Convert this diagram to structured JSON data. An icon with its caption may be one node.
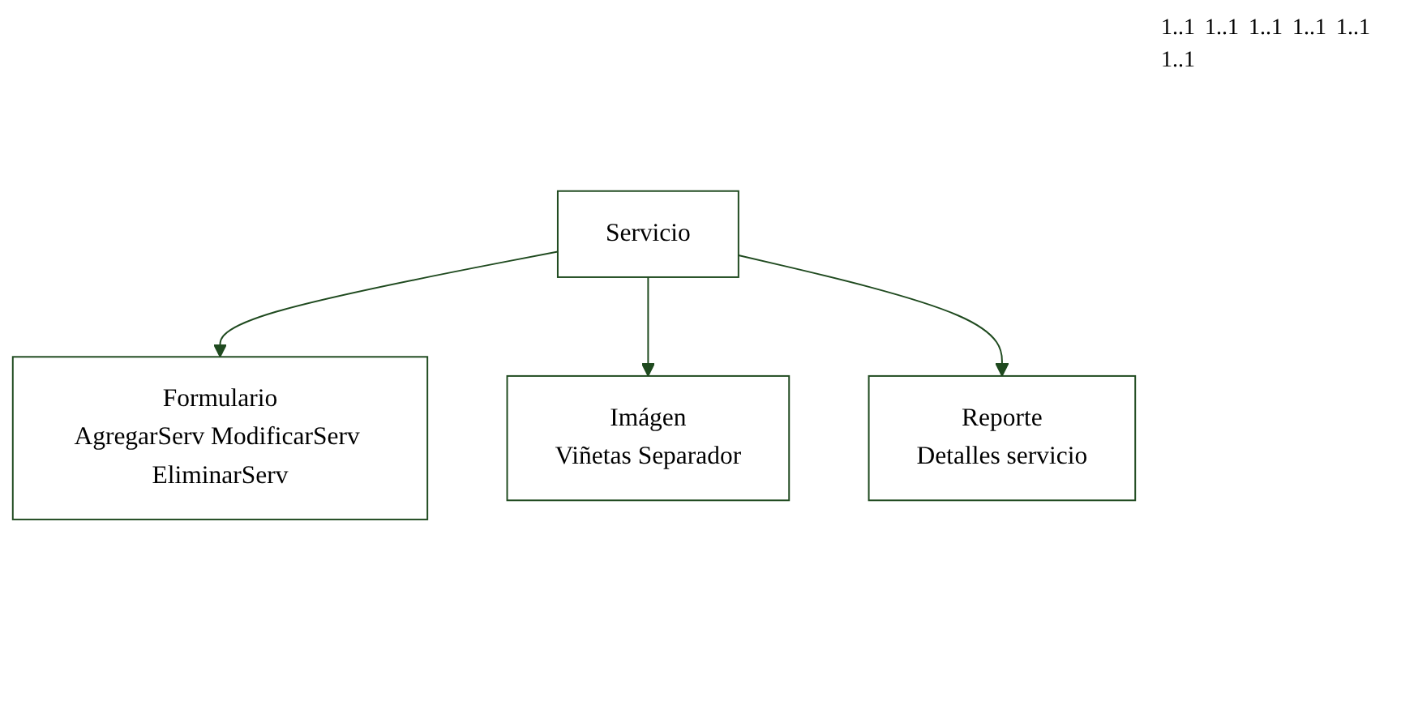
{
  "diagram": {
    "nodes": [
      {
        "text": [
          "Servicio"
        ]
      },
      {
        "text": [
          "Formulario",
          "AgregarServ ModificarServ EliminarServ"
        ]
      },
      {
        "text": [
          "Imágen",
          "Viñetas Separador"
        ]
      },
      {
        "text": [
          "Reporte",
          "Detalles servicio"
        ]
      }
    ],
    "edges": [
      {
        "from": 0,
        "to": 1,
        "arrow": "to"
      },
      {
        "from": 0,
        "to": 2,
        "arrow": "to"
      },
      {
        "from": 0,
        "to": 3,
        "arrow": "to"
      }
    ],
    "labels": [
      "1..1",
      "1..1",
      "1..1",
      "1..1",
      "1..1",
      "1..1"
    ]
  }
}
